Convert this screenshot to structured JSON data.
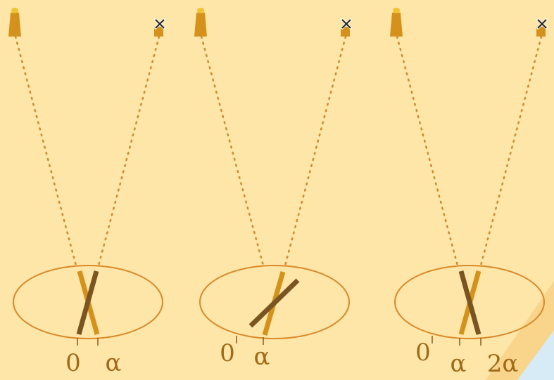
{
  "colors": {
    "background": "#fde6a8",
    "ellipse": "#d98a2a",
    "light_ray": "#d08a2e",
    "lamp": "#d4921c",
    "lamp_flame": "#f2c230",
    "rod_light": "#d4921c",
    "rod_dark": "#7a5522",
    "tick": "#8a5a1e",
    "label": "#a06a18",
    "corner_shade": "#f6c878",
    "corner_sky": "#d6ebf5"
  },
  "panels": [
    {
      "id": "panel-1",
      "labels": [
        {
          "text": "0"
        },
        {
          "text": "α"
        }
      ]
    },
    {
      "id": "panel-2",
      "labels": [
        {
          "text": "0"
        },
        {
          "text": "α"
        }
      ]
    },
    {
      "id": "panel-3",
      "labels": [
        {
          "text": "0"
        },
        {
          "text": "α"
        },
        {
          "text": "2α"
        }
      ]
    }
  ]
}
